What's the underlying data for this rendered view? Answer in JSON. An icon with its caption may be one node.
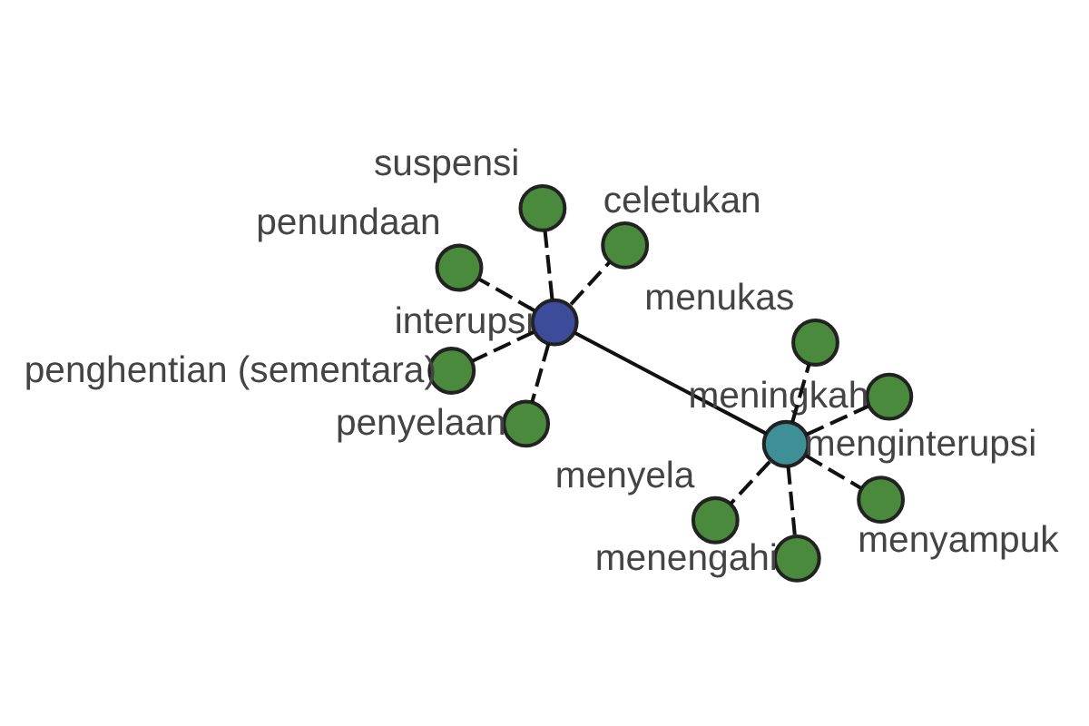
{
  "diagram": {
    "nodes": [
      {
        "text": [
          "interupsi"
        ]
      },
      {
        "text": [
          "menginterupsi"
        ]
      },
      {
        "text": [
          "penyelaan"
        ]
      },
      {
        "text": [
          "penundaan"
        ]
      },
      {
        "text": [
          "celetukan"
        ]
      },
      {
        "text": [
          "suspensi"
        ]
      },
      {
        "text": [
          "penghentian (sementara)"
        ]
      },
      {
        "text": [
          "meningkah"
        ]
      },
      {
        "text": [
          "menyela"
        ]
      },
      {
        "text": [
          "menyampuk"
        ]
      },
      {
        "text": [
          "menengahi"
        ]
      },
      {
        "text": [
          "menukas"
        ]
      }
    ],
    "edges": [
      {
        "from": 0,
        "to": 1,
        "arrow": "none"
      },
      {
        "from": 0,
        "to": 2,
        "arrow": "none",
        "style": "dashed"
      },
      {
        "from": 0,
        "to": 3,
        "arrow": "none",
        "style": "dashed"
      },
      {
        "from": 0,
        "to": 4,
        "arrow": "none",
        "style": "dashed"
      },
      {
        "from": 0,
        "to": 5,
        "arrow": "none",
        "style": "dashed"
      },
      {
        "from": 0,
        "to": 6,
        "arrow": "none",
        "style": "dashed"
      },
      {
        "from": 1,
        "to": 7,
        "arrow": "none",
        "style": "dashed"
      },
      {
        "from": 1,
        "to": 8,
        "arrow": "none",
        "style": "dashed"
      },
      {
        "from": 1,
        "to": 9,
        "arrow": "none",
        "style": "dashed"
      },
      {
        "from": 1,
        "to": 10,
        "arrow": "none",
        "style": "dashed"
      },
      {
        "from": 1,
        "to": 11,
        "arrow": "none",
        "style": "dashed"
      }
    ]
  }
}
